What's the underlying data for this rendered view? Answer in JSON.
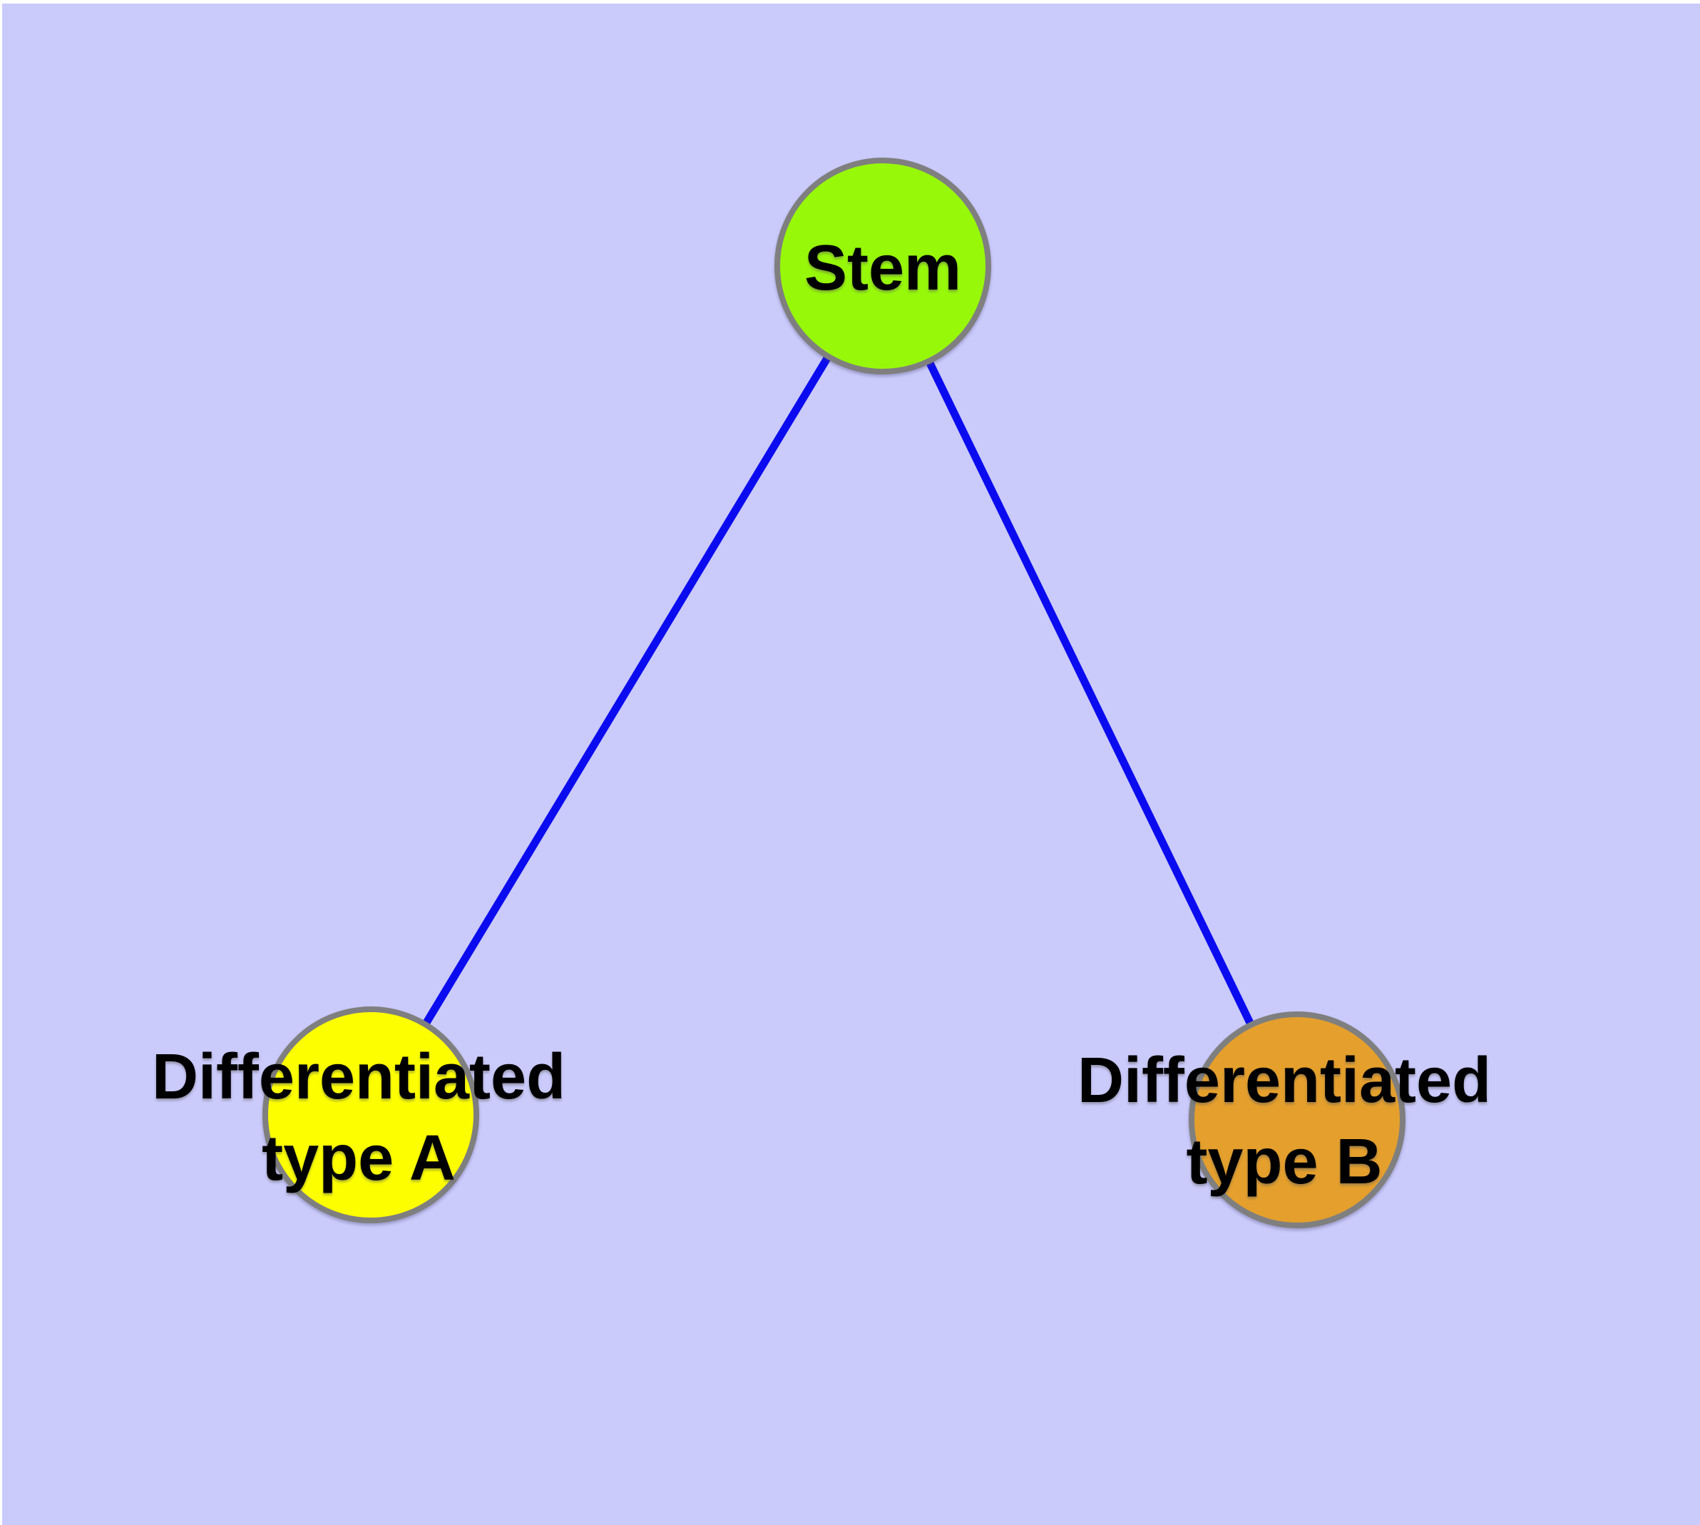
{
  "canvas": {
    "background_color": "#cacafb",
    "frame_color": "#ffffff"
  },
  "graph": {
    "nodes": {
      "stem": {
        "label": "Stem",
        "fill": "#97f80a",
        "border": "#7f7f7f"
      },
      "typeA": {
        "label": "Differentiated\ntype A",
        "fill": "#fdff00",
        "border": "#7f7f7f"
      },
      "typeB": {
        "label": "Differentiated\ntype B",
        "fill": "#e49f2d",
        "border": "#7f7f7f"
      }
    },
    "edges": [
      {
        "from": "stem",
        "to": "typeA",
        "color": "#0b0bf0"
      },
      {
        "from": "stem",
        "to": "typeB",
        "color": "#0b0bf0"
      }
    ],
    "label_text_color": "#000000"
  }
}
